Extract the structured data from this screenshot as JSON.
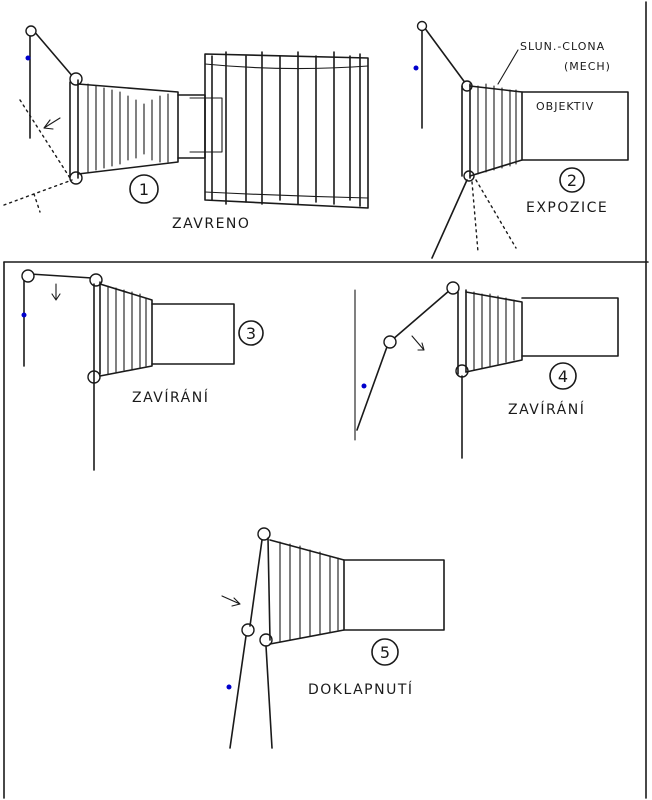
{
  "colors": {
    "ink": "#1a1a1a",
    "marker": "#0000cc",
    "paper": "#ffffff"
  },
  "stages": [
    {
      "number": "1",
      "label": "ZAVRENO"
    },
    {
      "number": "2",
      "label": "EXPOZICE",
      "annotations": {
        "shade": "SLUN.-CLONA",
        "shade_sub": "(MECH)",
        "lens": "OBJEKTIV"
      }
    },
    {
      "number": "3",
      "label": "ZAVÍRÁNÍ"
    },
    {
      "number": "4",
      "label": "ZAVÍRÁNÍ"
    },
    {
      "number": "5",
      "label": "DOKLAPNUTÍ"
    }
  ]
}
